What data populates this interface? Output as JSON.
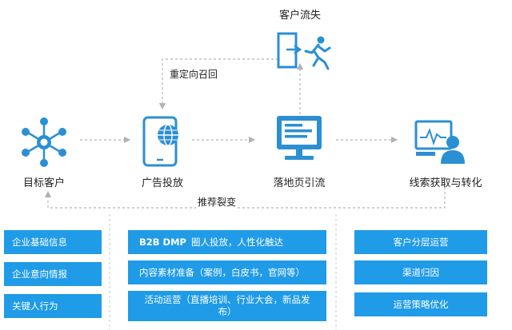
{
  "colors": {
    "icon": "#2b8fd4",
    "box_fill": "#1f9be7",
    "box_text": "#ffffff",
    "arrow": "#b0b4b8"
  },
  "nodes": {
    "target": {
      "label": "目标客户",
      "icon": "network-hub-icon"
    },
    "ads": {
      "label": "广告投放",
      "icon": "mobile-globe-icon"
    },
    "landing": {
      "label": "落地页引流",
      "icon": "monitor-icon"
    },
    "leads": {
      "label": "线索获取与转化",
      "icon": "analytics-user-icon"
    },
    "churn": {
      "label": "客户流失",
      "icon": "exit-runner-icon"
    }
  },
  "edges": {
    "retarget": "重定向召回",
    "referral": "推荐裂变"
  },
  "columns": {
    "left": [
      "企业基础信息",
      "企业意向情报",
      "关键人行为"
    ],
    "middle": [
      {
        "tag": "B2B DMP",
        "text": "圈人投放，人性化触达"
      },
      {
        "tag": "",
        "text": "内容素材准备（案例，白皮书，官网等）"
      },
      {
        "tag": "",
        "text": "活动运营（直播培训、行业大会，新品发布）"
      }
    ],
    "right": [
      "客户分层运营",
      "渠道归因",
      "运营策略优化"
    ]
  }
}
